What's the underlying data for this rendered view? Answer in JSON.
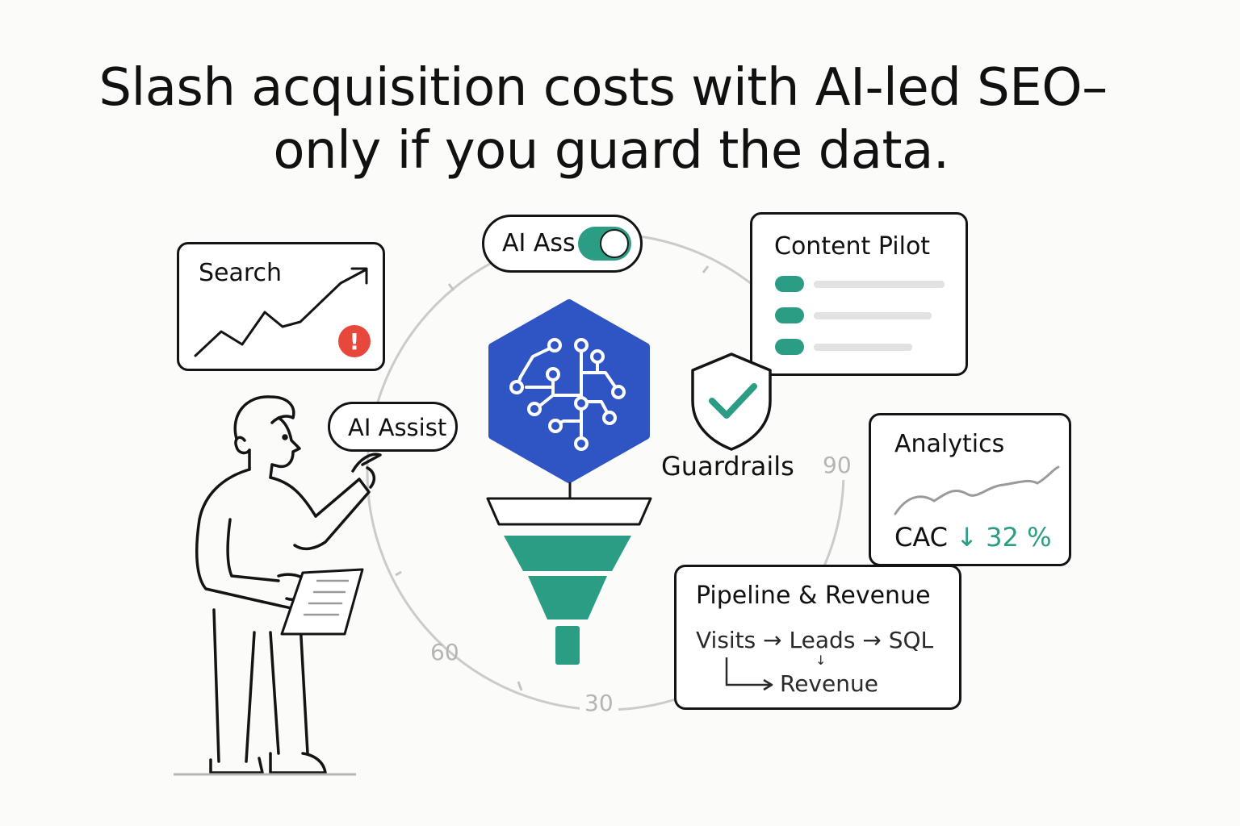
{
  "headline": {
    "line1": "Slash acquisition costs with AI-led SEO–",
    "line2": "only if you guard the data."
  },
  "search_card": {
    "title": "Search",
    "alert_glyph": "!",
    "trend_icon": "trend-up-arrow-icon",
    "alert_icon": "alert-icon",
    "alert_color": "#e8473c"
  },
  "ai_toggle": {
    "label": "AI Ass",
    "state": "on",
    "color": "#2a9d84"
  },
  "ai_assist_bubble": {
    "label": "AI Assist"
  },
  "content_pilot": {
    "title": "Content Pilot",
    "rows": 3,
    "accent": "#2a9d84"
  },
  "guardrails": {
    "label": "Guardrails",
    "icon": "shield-check-icon",
    "accent": "#2a9d84"
  },
  "analytics": {
    "title": "Analytics",
    "metric_label": "CAC",
    "metric_arrow": "↓",
    "metric_value": "32 %",
    "metric_color": "#2a9d84"
  },
  "pipeline": {
    "title": "Pipeline & Revenue",
    "stage_visits": "Visits",
    "stage_leads": "Leads",
    "stage_sql": "SQL",
    "stage_revenue": "Revenue",
    "arrow_right": "→",
    "arrow_down": "↓"
  },
  "dial": {
    "tick_30": "30",
    "tick_60": "60",
    "tick_90": "90",
    "color": "#c8c8c8"
  },
  "ai_chip": {
    "icon": "ai-brain-circuit-icon",
    "color": "#2f55c4"
  },
  "funnel": {
    "icon": "funnel-icon",
    "color": "#2a9d84"
  },
  "person": {
    "icon": "person-pointing-icon"
  }
}
